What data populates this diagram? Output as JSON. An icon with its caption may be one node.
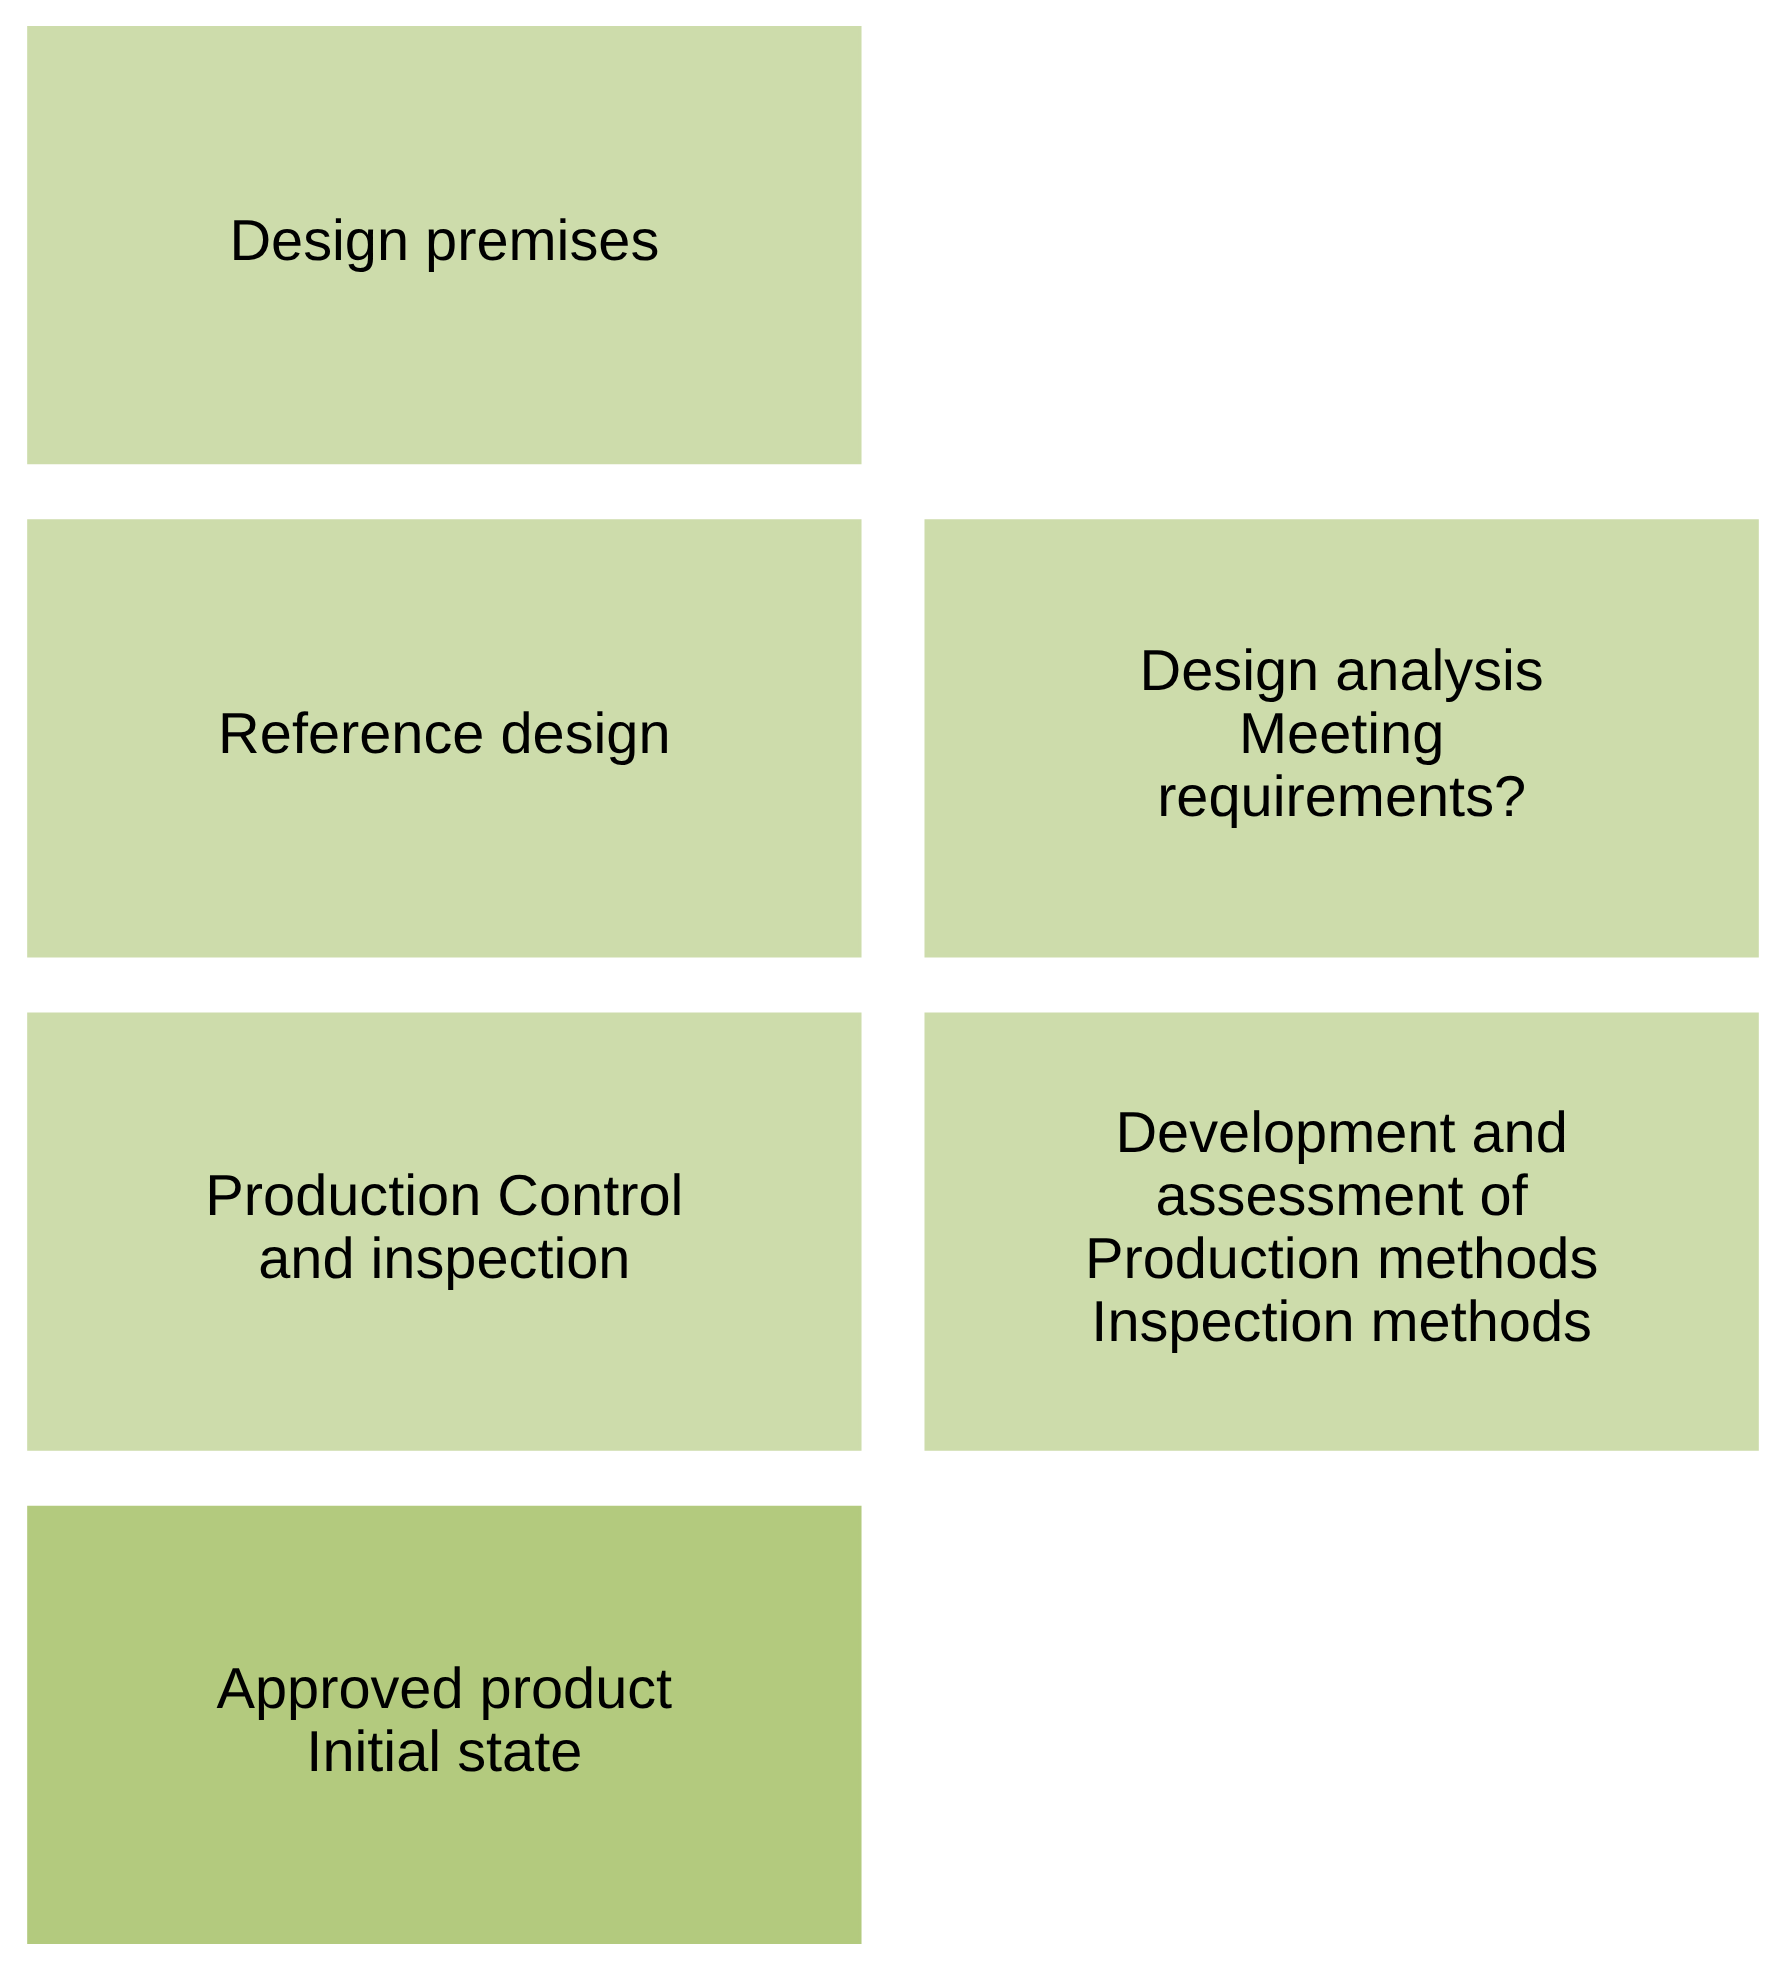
{
  "diagram": {
    "nodes": [
      {
        "text": [
          "Design premises"
        ]
      },
      {
        "text": [
          "Reference design"
        ]
      },
      {
        "text": [
          "Design analysis",
          "Meeting requirements?"
        ]
      },
      {
        "text": [
          "Production Control and inspection"
        ]
      },
      {
        "text": [
          "Development and assessment of",
          "Production methods",
          "Inspection methods"
        ]
      },
      {
        "text": [
          "Approved product",
          "Initial state"
        ]
      }
    ],
    "edges": []
  }
}
